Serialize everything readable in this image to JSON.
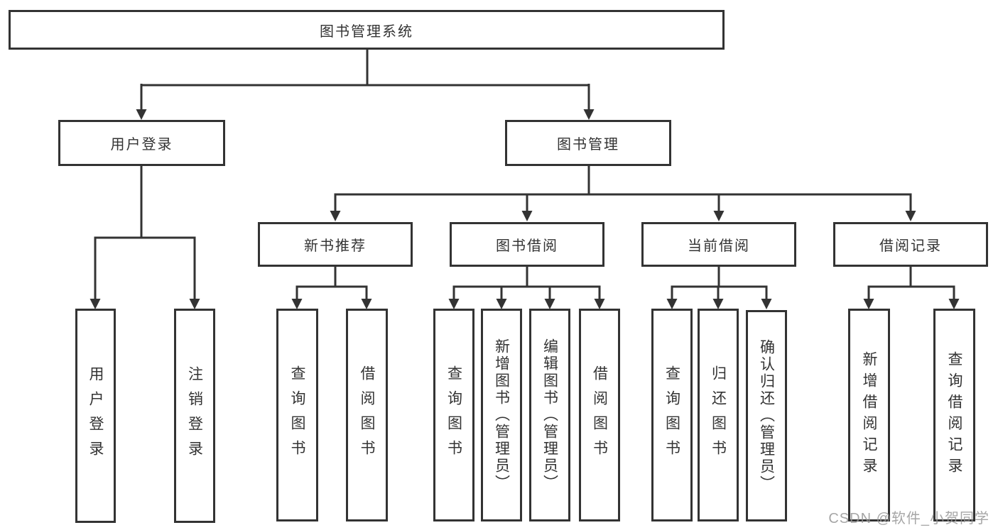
{
  "diagram": {
    "type": "hierarchy-tree",
    "title": "图书管理系统",
    "colors": {
      "line": "#333333",
      "box_border": "#333333",
      "text": "#333333",
      "background": "#ffffff",
      "watermark": "#969696"
    },
    "root": {
      "label": "图书管理系统"
    },
    "level2": [
      {
        "id": "user-login",
        "label": "用户登录"
      },
      {
        "id": "book-management",
        "label": "图书管理"
      }
    ],
    "level3": [
      {
        "id": "new-book-recommend",
        "label": "新书推荐",
        "parent": "book-management"
      },
      {
        "id": "book-borrow",
        "label": "图书借阅",
        "parent": "book-management"
      },
      {
        "id": "current-borrow",
        "label": "当前借阅",
        "parent": "book-management"
      },
      {
        "id": "borrow-record",
        "label": "借阅记录",
        "parent": "book-management"
      }
    ],
    "leaves": {
      "user_login": [
        "用户登录",
        "注销登录"
      ],
      "new_book": [
        "查询图书",
        "借阅图书"
      ],
      "book_borrow": [
        "查询图书",
        "新增图书（管理员）",
        "编辑图书（管理员）",
        "借阅图书"
      ],
      "current_borrow": [
        "查询图书",
        "归还图书",
        "确认归还（管理员）"
      ],
      "borrow_record": [
        "新增借阅记录",
        "查询借阅记录"
      ]
    },
    "watermark": {
      "text": "CSDN @软件_小贺同学"
    }
  }
}
